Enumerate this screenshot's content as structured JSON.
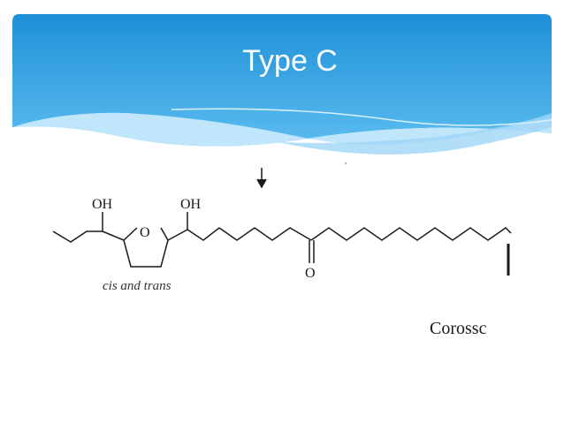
{
  "slide": {
    "title": "Type C",
    "colors": {
      "banner_top": "#2b93d6",
      "banner_wave": "#bfe6fb",
      "bond": "#1a1a1a"
    }
  },
  "structure": {
    "oh_left": "OH",
    "ring_oxygen": "O",
    "oh_right": "OH",
    "ketone_oxygen": "O",
    "stereo_caption": "cis and trans",
    "compound_name": "Corossc"
  }
}
